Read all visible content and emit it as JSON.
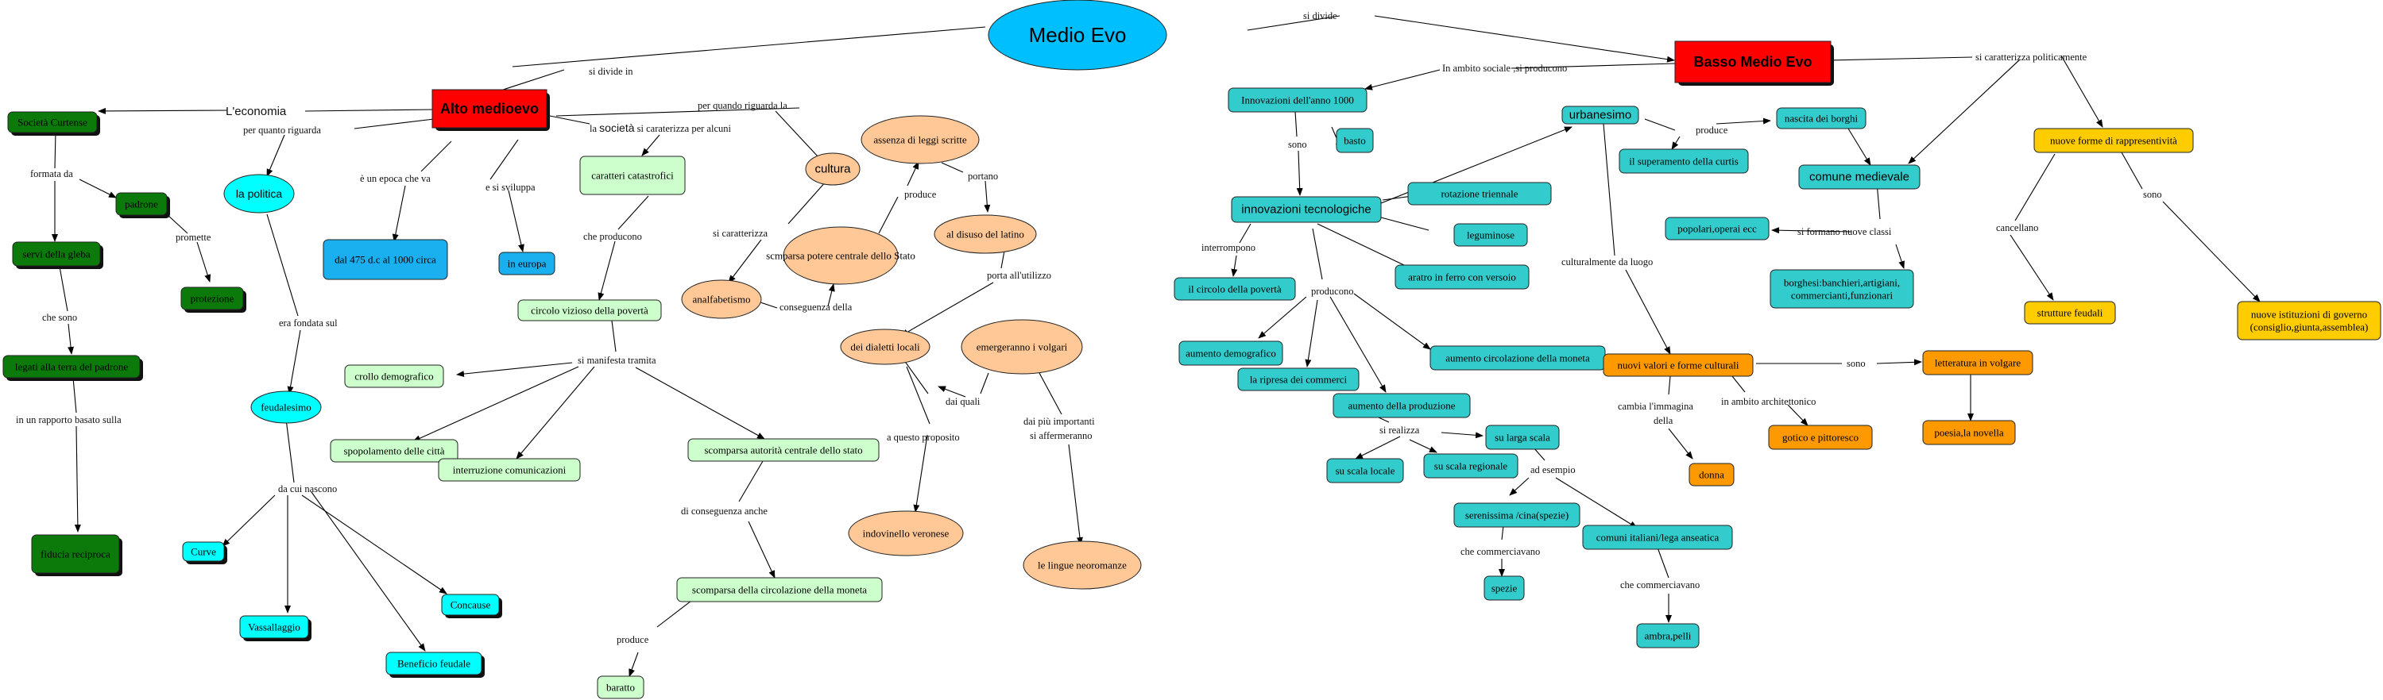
{
  "palette": {
    "root": "#00bfff",
    "red": "#ff0000",
    "darkgreen": "#0b7a0b",
    "lightgreen": "#ccffcc",
    "cyan": "#00ffff",
    "blue": "#1ab0f0",
    "peach": "#ffc896",
    "teal": "#33cccc",
    "orange": "#ff9900",
    "yellow": "#ffcc00"
  },
  "nodes": {
    "medio_evo": "Medio Evo",
    "alto_medioevo": "Alto medioevo",
    "basso_medio_evo": "Basso Medio Evo",
    "societa_curtense": "Società Curtense",
    "padrone": "padrone",
    "servi_della_gleba": "servi della gleba",
    "protezione": "protezione",
    "legati_terra": "legati alla terra del padrone",
    "fiducia_reciproca": "fiducia reciproca",
    "la_politica": "la politica",
    "feudalesimo": "feudalesimo",
    "curve": "Curve",
    "vassallaggio": "Vassallaggio",
    "concause": "Concause",
    "beneficio_feudale": "Beneficio feudale",
    "epoca_date": "dal 475 d.c al 1000 circa",
    "in_europa": "in europa",
    "caratteri_catastrofici": "caratteri catastrofici",
    "circolo_vizioso": "circolo vizioso della povertà",
    "crollo_demografico": "crollo demografico",
    "spopolamento": "spopolamento delle città",
    "interruzione_comunicazioni": "interruzione comunicazioni",
    "scomparsa_autorita": "scomparsa autorità centrale dello stato",
    "scomparsa_moneta": "scomparsa della circolazione della moneta",
    "baratto": "baratto",
    "cultura": "cultura",
    "analfabetismo": "analfabetismo",
    "scomparsa_potere": "scmparsa potere centrale dello Stato",
    "assenza_leggi": "assenza di leggi scritte",
    "disuso_latino": "al disuso del latino",
    "dialetti_locali": "dei dialetti locali",
    "emergeranno_volgari": "emergeranno i volgari",
    "indovinello": "indovinello veronese",
    "lingue_neoromanze": "le lingue neoromanze",
    "innovazioni_1000": "Innovazioni dell'anno 1000",
    "basto": "basto",
    "innovazioni_tecnologiche": "innovazioni tecnologiche",
    "rotazione_triennale": "rotazione triennale",
    "leguminose": "leguminose",
    "aratro": "aratro in ferro con versoio",
    "circolo_poverta": "il circolo della povertà",
    "aumento_demografico": "aumento demografico",
    "ripresa_commerci": "la ripresa dei commerci",
    "aumento_produzione": "aumento della produzione",
    "aumento_moneta": "aumento circolazione della moneta",
    "larga_scala": "su larga scala",
    "scala_locale": "su scala locale",
    "scala_regionale": "su scala regionale",
    "serenissima": "serenissima /cina(spezie)",
    "spezie": "spezie",
    "comuni_italiani": "comuni italiani/lega anseatica",
    "ambra_pelli": "ambra,pelli",
    "urbanesimo": "urbanesimo",
    "nascita_borghi": "nascita dei borghi",
    "superamento_curtis": "il superamento della curtis",
    "comune_medievale": "comune medievale",
    "popolari": "popolari,operai ecc",
    "borghesi": [
      "borghesi:banchieri,artigiani,",
      "commercianti,funzionari"
    ],
    "nuovi_valori": "nuovi valori e forme culturali",
    "donna": "donna",
    "gotico": "gotico e pittoresco",
    "letteratura_volgare": "letteratura in volgare",
    "poesia_novella": "poesia,la novella",
    "nuove_forme": "nuove forme di rappresentività",
    "strutture_feudali": "strutture feudali",
    "nuove_istituzioni": [
      "nuove istituzioni di governo",
      "(consiglio,giunta,assemblea)"
    ]
  },
  "labels": {
    "si_divide": "si divide",
    "si_divide_in": "si divide in",
    "economia": "L'economia",
    "per_quanto_riguarda": "per quanto riguarda",
    "formata_da": "formata da",
    "promette": "promette",
    "che_sono": "che sono",
    "rapporto_basato": "in un rapporto basato sulla",
    "era_fondata_sul": "era fondata sul",
    "da_cui_nascono": "da cui nascono",
    "epoca_che_va": "è un epoca che va",
    "si_sviluppa": "e si sviluppa",
    "la_societa_pre": "la ",
    "la_societa_word": "società",
    "la_societa_post": " si caraterizza per alcuni",
    "per_quando_riguarda_la": "per quando riguarda la",
    "che_producono": "che producono",
    "si_manifesta_tramita": "si manifesta tramita",
    "di_conseguenza_anche": "di conseguenza anche",
    "produce": "produce",
    "si_caratterizza": "si caratterizza",
    "conseguenza_della": "conseguenza della",
    "produce_2": "produce",
    "portano": "portano",
    "porta_utilizzo": "porta all'utilizzo",
    "dai_quali": "dai quali",
    "a_questo_proposito": "a questo proposito",
    "dai_piu_importanti": "dai più importanti",
    "si_affermeranno": "si affermeranno",
    "ambito_sociale": "In ambito sociale ,si producono",
    "sono": "sono",
    "interrompono": "interrompono",
    "producono": "producono",
    "si_realizza": "si realizza",
    "ad_esempio": "ad esempio",
    "che_commerciavano": "che commerciavano",
    "che_commerciavano_2": "che commerciavano",
    "produce_3": "produce",
    "si_formano_classi": "si formano nuove classi",
    "culturalmente": "culturalmente da luogo",
    "cambia_immagina": "cambia l'immagina",
    "della": "della",
    "ambito_architettonico": "in ambito architettonico",
    "sono_2": "sono",
    "si_caratterizza_pol": "si caratterizza politicamente",
    "cancellano": "cancellano",
    "sono_3": "sono"
  }
}
